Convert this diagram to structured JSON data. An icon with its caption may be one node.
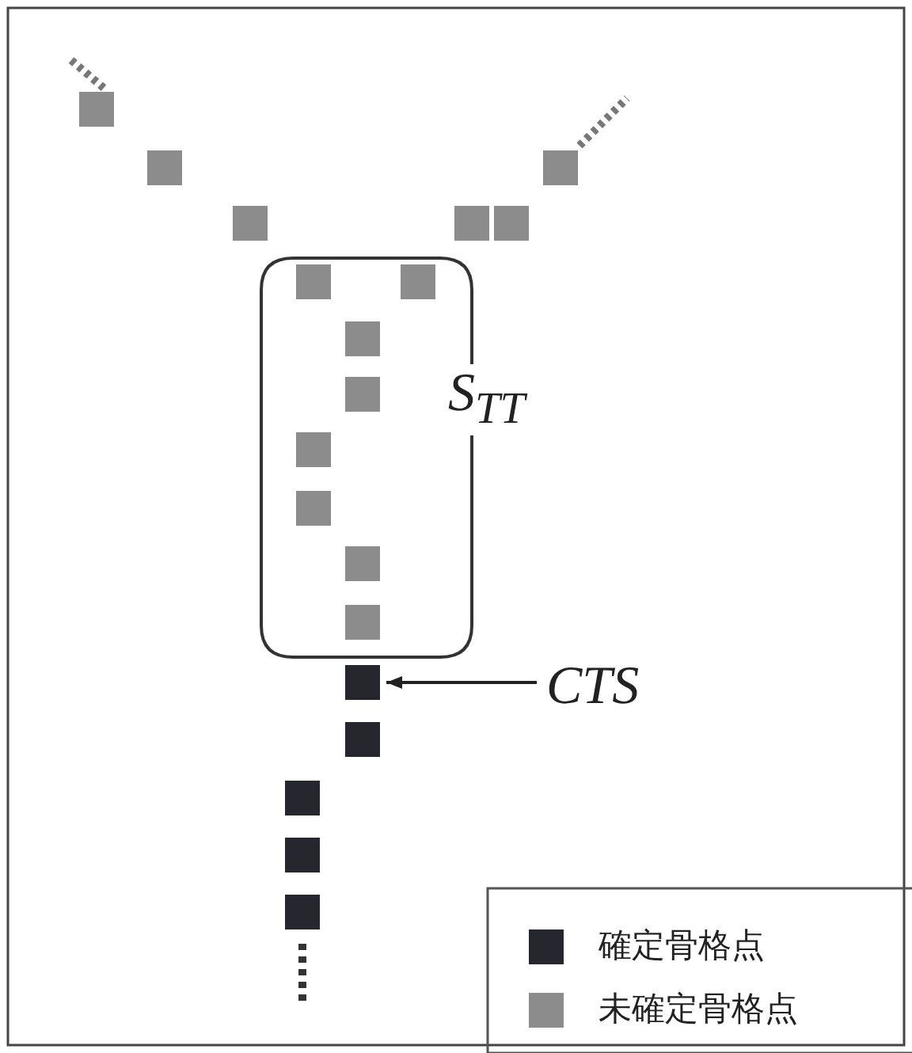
{
  "diagram": {
    "nodes": [
      {
        "text": [
          "S$_{TT}$"
        ]
      },
      {
        "text": [],
        "shape": "box"
      },
      {
        "text": [
          "CTS"
        ]
      }
    ],
    "edges": [
      {
        "from": 2,
        "to": 1,
        "arrow": "to"
      }
    ],
    "legend": [
      {
        "text": "確定骨格点",
        "color": "#26262e"
      },
      {
        "text": "未確定骨格点",
        "color": "#8c8c8c"
      }
    ]
  }
}
